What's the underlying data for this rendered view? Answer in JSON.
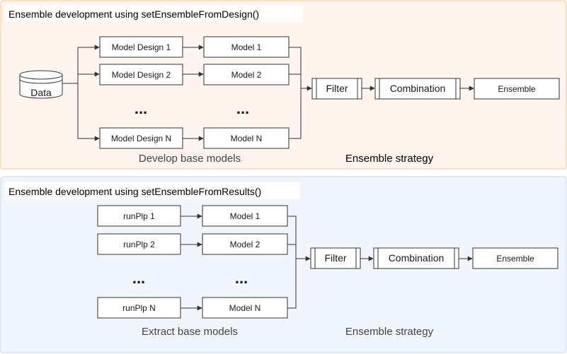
{
  "colors": {
    "top_panel_fill": "#fff5ee",
    "top_panel_border": "#f2c98d",
    "bottom_panel_fill": "#f1f5fd",
    "bottom_panel_border": "#c9d7ee",
    "line": "#333333",
    "caption_gray": "#444444"
  },
  "top": {
    "title": "Ensemble development using setEnsembleFromDesign()",
    "data_label": "Data",
    "designs": [
      "Model Design 1",
      "Model Design 2",
      "Model Design N"
    ],
    "models": [
      "Model 1",
      "Model 2",
      "Model N"
    ],
    "ellipsis": "...",
    "filter": "Filter",
    "combination": "Combination",
    "ensemble": "Ensemble",
    "caption_left": "Develop base models",
    "caption_right": "Ensemble strategy"
  },
  "bottom": {
    "title": "Ensemble development using setEnsembleFromResults()",
    "runs": [
      "runPlp 1",
      "runPlp 2",
      "runPlp N"
    ],
    "models": [
      "Model 1",
      "Model 2",
      "Model N"
    ],
    "ellipsis": "...",
    "filter": "Filter",
    "combination": "Combination",
    "ensemble": "Ensemble",
    "caption_left": "Extract base models",
    "caption_right": "Ensemble strategy"
  }
}
